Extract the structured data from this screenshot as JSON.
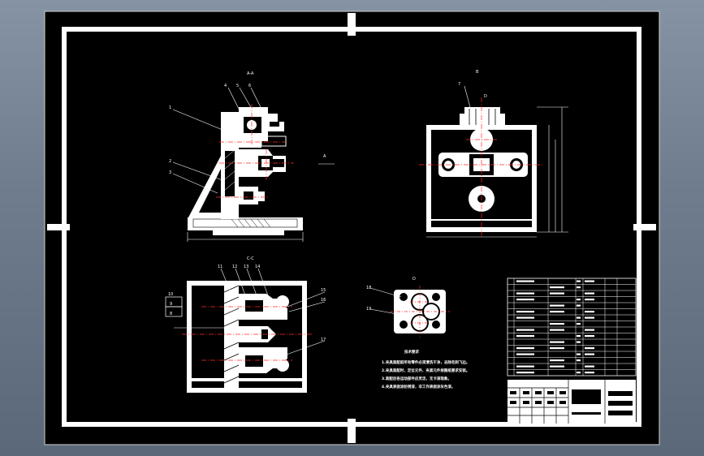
{
  "views": {
    "front_title": "A-A",
    "right_title": "B",
    "section_title": "C-C",
    "detail_title": "D",
    "front_callouts": [
      "4",
      "5",
      "6",
      "1",
      "2",
      "3"
    ],
    "right_callouts": [
      "7",
      "D"
    ],
    "section_callouts": [
      "11",
      "12",
      "13",
      "14",
      "15",
      "16",
      "17",
      "10",
      "9",
      "8"
    ],
    "detail_callouts": [
      "18",
      "19"
    ],
    "arrow_a": "A"
  },
  "notes": {
    "title": "技术要求",
    "lines": [
      "1.夹具装配前所有零件必须清洗干净，去除毛刺飞边。",
      "2.夹具装配时，定位元件、夹紧元件按图纸要求安装。",
      "3.装配后各运动部件应灵活，无卡滞现象。",
      "4.夹具表面涂防锈漆，非工作表面涂灰色漆。"
    ]
  },
  "title_block": {
    "fill": "#ffffff",
    "ink": "#000000"
  },
  "colors": {
    "paper": "#000000",
    "line": "#ffffff",
    "centerline": "#ff2a2a"
  }
}
